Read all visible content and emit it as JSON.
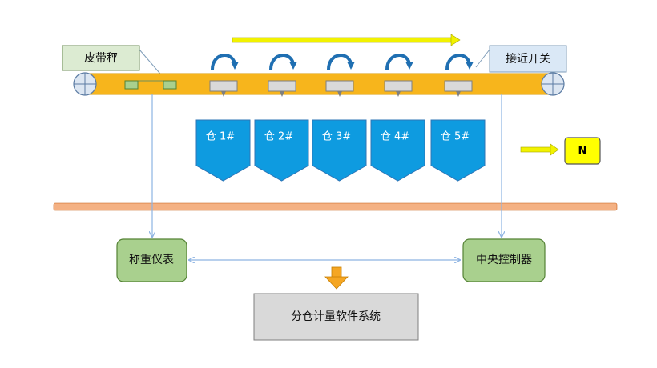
{
  "labels": {
    "belt_scale": "皮带秤",
    "proximity_switch": "接近开关",
    "weighing_instrument": "称重仪表",
    "central_controller": "中央控制器",
    "software_system": "分仓计量软件系统",
    "north_marker": "N"
  },
  "bins": [
    {
      "label": "仓 1#"
    },
    {
      "label": "仓 2#"
    },
    {
      "label": "仓 3#"
    },
    {
      "label": "仓 4#"
    },
    {
      "label": "仓 5#"
    }
  ],
  "colors": {
    "belt": "#F7B51C",
    "belt_outline": "#D99A00",
    "pulley": "#DCE6F2",
    "pulley_stroke": "#5B7BA3",
    "bin": "#0E9BE0",
    "bin_stroke": "#2E75B6",
    "green_box": "#A9D08E",
    "green_box_stroke": "#548235",
    "light_blue_box": "#DAE8F6",
    "light_blue_stroke": "#7F9DB9",
    "gray_box": "#D9D9D9",
    "yellow_arrow": "#F2F200",
    "orange_arrow": "#F5A623",
    "blue_arc": "#1F6FB2",
    "line": "#8DB3E2",
    "floor": "#F4B183",
    "north_box": "#FFFF00"
  },
  "icons": [
    "flow-arrow-icon",
    "divert-arrow-icon",
    "north-arrow-icon",
    "down-arrow-icon"
  ]
}
